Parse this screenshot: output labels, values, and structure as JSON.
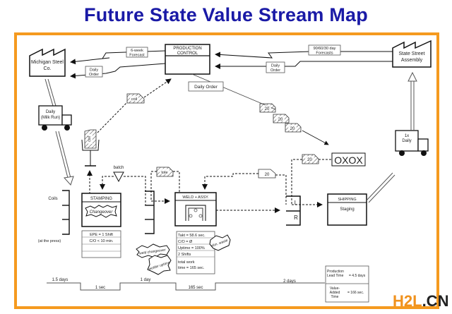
{
  "title": "Future State Value Stream Map",
  "colors": {
    "title": "#1a1aa6",
    "frame": "#f59a1f",
    "ink": "#222222",
    "watermark_accent": "#f0921e"
  },
  "suppliers": {
    "supplier": "Michigan Steel Co.",
    "customer": "State Street Assembly"
  },
  "production_control": {
    "line1": "PRODUCTION",
    "line2": "CONTROL"
  },
  "info_flows": {
    "six_week_forecast": [
      "6-week",
      "Forecast"
    ],
    "daily_order_left": [
      "Daily",
      "Order"
    ],
    "forecast_right": [
      "90/60/30 day",
      "Forecasts"
    ],
    "daily_order_right": [
      "Daily",
      "Order"
    ],
    "daily_order_center": "Daily Order"
  },
  "trucks": {
    "inbound": [
      "Daily",
      "(Milk Run)"
    ],
    "outbound": [
      "1x",
      "Daily"
    ]
  },
  "kanbans": {
    "coil": "coil",
    "tote": "tote",
    "batch": "batch",
    "k20": "20",
    "leveling": "OXOX"
  },
  "supermarkets": {
    "coils_label": "Coils",
    "at_press": "(at the press)",
    "L": "L",
    "R": "R"
  },
  "processes": {
    "stamping": {
      "name": "STAMPING",
      "burst": "Changeover",
      "data": [
        "EPE = 1 Shift",
        "C/O < 10 min."
      ]
    },
    "weld": {
      "name": "WELD + ASSY.",
      "data": [
        "Takt = 58.6 sec.",
        "C/O = Ø",
        "Uptime = 100%",
        "2 Shifts",
        "total work",
        "time = 165 sec."
      ],
      "bursts": [
        "weld changeover",
        "welder uptime",
        "elim. waste"
      ]
    },
    "shipping": {
      "name": "SHIPPING",
      "sub": "Staging"
    }
  },
  "timeline": {
    "wait": [
      "1.5 days",
      "1 day",
      "2 days"
    ],
    "process": [
      "1 sec",
      "165 sec"
    ]
  },
  "summary": {
    "lead_label": [
      "Production",
      "Lead Time"
    ],
    "lead_value": "= 4.5 days",
    "va_label": [
      "Value-",
      "Added",
      "Time"
    ],
    "va_value": "= 166 sec."
  },
  "watermark": {
    "a": "H2L",
    "b": ".CN"
  }
}
